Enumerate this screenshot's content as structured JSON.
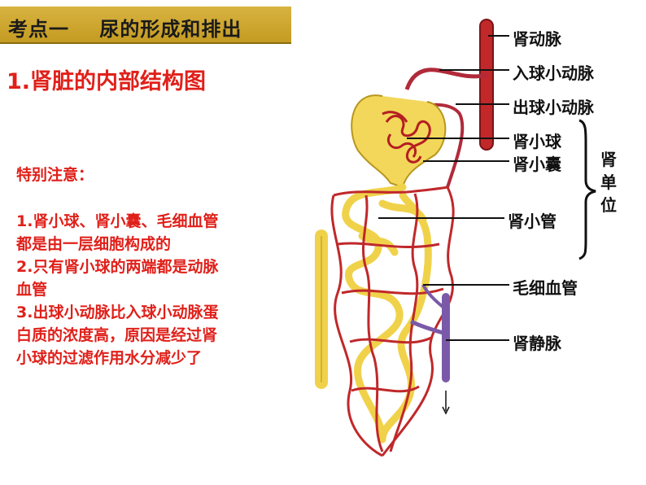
{
  "header": {
    "title": "考点一    尿的形成和排出"
  },
  "subtitle": "1.肾脏的内部结构图",
  "notes": {
    "heading": "特别注意：",
    "lines": [
      "1.肾小球、肾小囊、毛细血管",
      "都是由一层细胞构成的",
      "2.只有肾小球的两端都是动脉",
      "血管",
      "3.出球小动脉比入球小动脉蛋",
      "白质的浓度高，原因是经过肾",
      "小球的过滤作用水分减少了"
    ]
  },
  "labels": {
    "renal_artery": "肾动脉",
    "afferent_arteriole": "入球小动脉",
    "efferent_arteriole": "出球小动脉",
    "glomerulus": "肾小球",
    "bowman_capsule": "肾小囊",
    "renal_tubule": "肾小管",
    "capillaries": "毛细血管",
    "renal_vein": "肾静脉",
    "nephron_char_1": "肾",
    "nephron_char_2": "单",
    "nephron_char_3": "位"
  },
  "colors": {
    "title_bar": "#c9a22b",
    "red_text": "#e0201a",
    "artery": "#c0282a",
    "tubule": "#f0d24a",
    "vein": "#7a5aa8"
  }
}
